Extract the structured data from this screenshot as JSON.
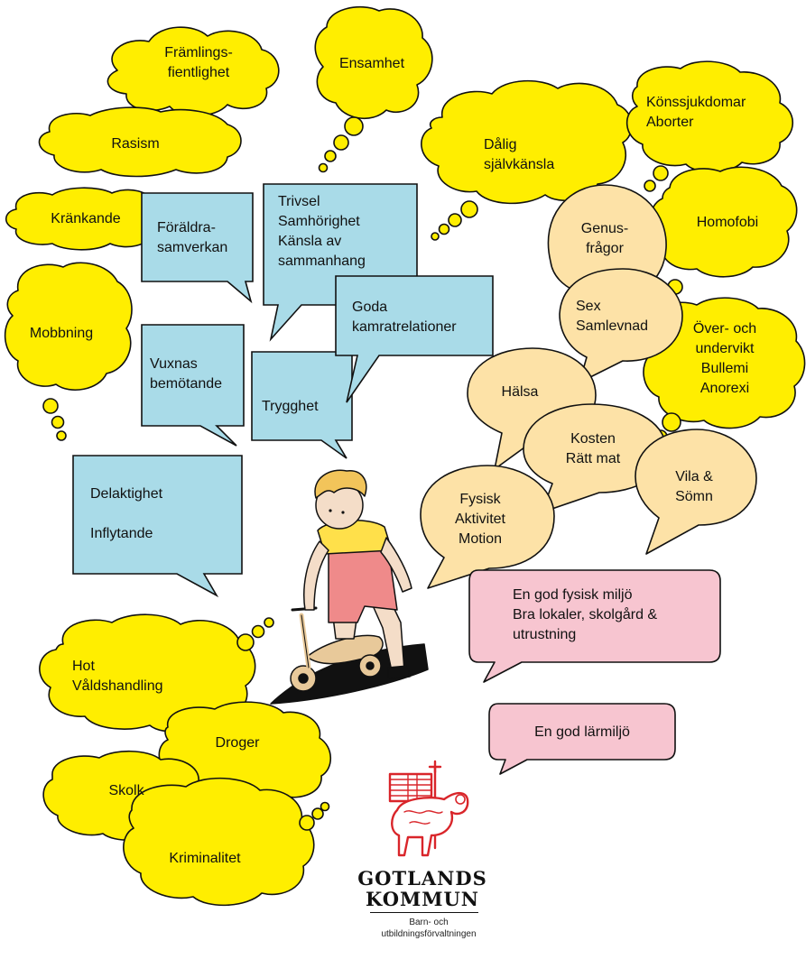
{
  "colors": {
    "risk_cloud": "#ffee00",
    "health_bubble": "#fde2a7",
    "school_box": "#a9dbe8",
    "environment_box": "#f7c5d0",
    "outline": "#111111",
    "logo_red": "#d9252a"
  },
  "risk_clouds": [
    {
      "id": "framlingsfientlighet",
      "text": "Främlings-\nfientlighet"
    },
    {
      "id": "ensamhet",
      "text": "Ensamhet"
    },
    {
      "id": "rasism",
      "text": "Rasism"
    },
    {
      "id": "krankande",
      "text": "Kränkande"
    },
    {
      "id": "mobbning",
      "text": "Mobbning"
    },
    {
      "id": "dalig-sjalvkansla",
      "text": "Dålig\nsjälvkänsla"
    },
    {
      "id": "konssjukdomar",
      "text": "Könssjukdomar\nAborter"
    },
    {
      "id": "homofobi",
      "text": "Homofobi"
    },
    {
      "id": "over-undervikt",
      "text": "Över- och\nundervikt\nBullemi\nAnorexi"
    },
    {
      "id": "hot",
      "text": "Hot\nVåldshandling"
    },
    {
      "id": "droger",
      "text": "Droger"
    },
    {
      "id": "skolk",
      "text": "Skolk"
    },
    {
      "id": "kriminalitet",
      "text": "Kriminalitet"
    }
  ],
  "health_bubbles": [
    {
      "id": "genusfragor",
      "text": "Genus-\nfrågor"
    },
    {
      "id": "sex-samlevnad",
      "text": "Sex\nSamlevnad"
    },
    {
      "id": "halsa",
      "text": "Hälsa"
    },
    {
      "id": "kosten",
      "text": "Kosten\nRätt mat"
    },
    {
      "id": "vila",
      "text": "Vila &\nSömn"
    },
    {
      "id": "fysisk",
      "text": "Fysisk\nAktivitet\nMotion"
    }
  ],
  "school_boxes": [
    {
      "id": "foraldrasamverkan",
      "text": "Föräldra-\nsamverkan"
    },
    {
      "id": "trivsel",
      "text": "Trivsel\nSamhörighet\nKänsla av\nsammanhang"
    },
    {
      "id": "goda-kamratrelationer",
      "text": "Goda\nkamratrelationer"
    },
    {
      "id": "vuxnas-bemotande",
      "text": "Vuxnas\nbemötande"
    },
    {
      "id": "trygghet",
      "text": "Trygghet"
    },
    {
      "id": "delaktighet",
      "text": "Delaktighet\n\nInflytande"
    }
  ],
  "environment_boxes": [
    {
      "id": "fysisk-miljo",
      "text": "En god fysisk miljö\nBra lokaler, skolgård &\nutrustning"
    },
    {
      "id": "larmiljo",
      "text": "En god lärmiljö"
    }
  ],
  "logo": {
    "title": "GOTLANDS\nKOMMUN",
    "subtitle": "Barn- och\nutbildningsförvaltningen"
  }
}
